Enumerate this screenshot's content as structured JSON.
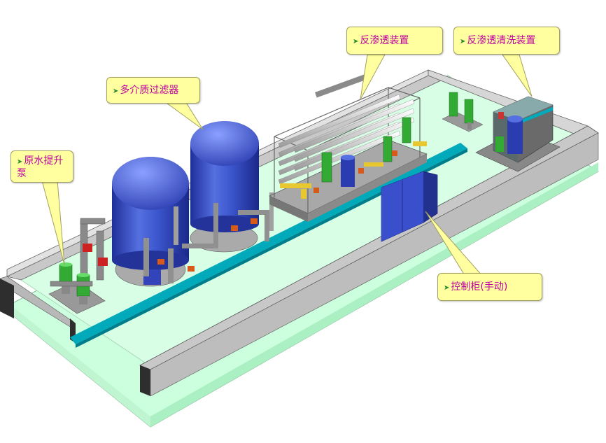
{
  "labels": {
    "raw_water_pump": "原水提升泵",
    "multimedia_filter": "多介质过滤器",
    "ro_unit": "反渗透装置",
    "ro_cleaning_unit": "反渗透清洗装置",
    "control_cabinet": "控制柜(手动)"
  },
  "colors": {
    "floor": "#ccffdd",
    "wall_top": "#d4d4d4",
    "wall_dark": "#3a3a3a",
    "trench": "#00aabb",
    "tank": "#3355cc",
    "pump": "#44bb44",
    "cabinet": "#3344bb",
    "callout_bg": "#ffffa0",
    "callout_text": "#c000a0"
  },
  "icons": {
    "callout_marker": "green-triangle-arrow-icon"
  }
}
